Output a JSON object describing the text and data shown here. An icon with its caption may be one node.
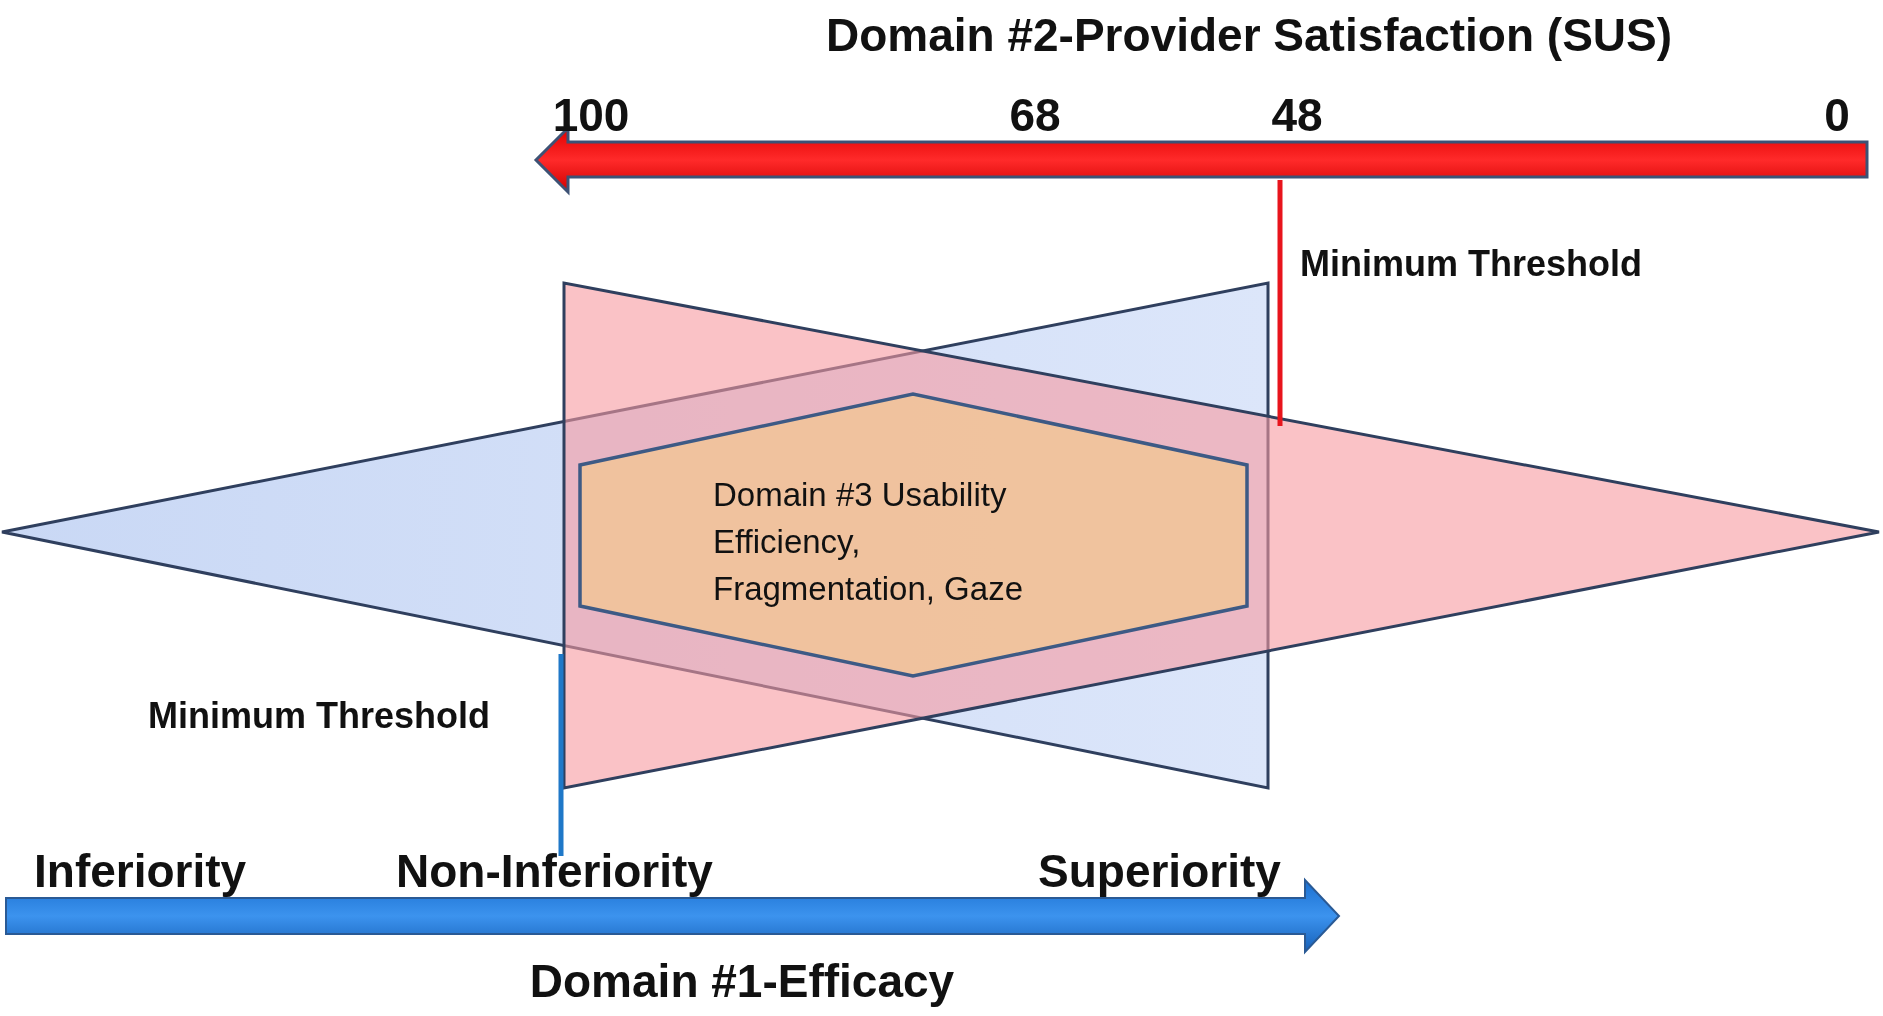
{
  "diagram": {
    "nodes": [
      {
        "text": [
          "Domain #3 Usability Efficiency, Fragmentation, Gaze"
        ]
      }
    ],
    "labels": [
      "Domain #2-Provider Satisfaction (SUS)",
      "100",
      "68",
      "48",
      "0",
      "Minimum Threshold",
      "Minimum Threshold",
      "Inferiority",
      "Non-Inferiority",
      "Superiority",
      "Domain #1-Efficacy"
    ]
  }
}
